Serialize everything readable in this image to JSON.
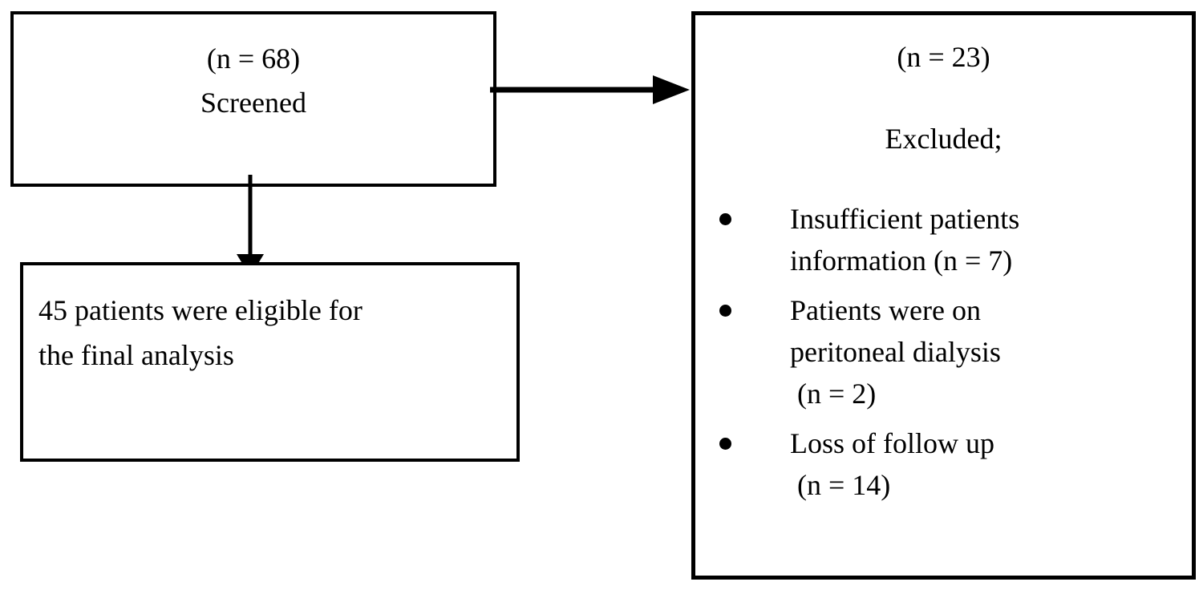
{
  "palette": {
    "background": "#ffffff",
    "ink": "#000000"
  },
  "screened_box": {
    "text": "(n = 68)\nScreened"
  },
  "eligible_box": {
    "text": "45 patients were eligible for\nthe final analysis"
  },
  "excluded_box": {
    "count": "(n = 23)",
    "title": "Excluded;",
    "items": [
      "Insufficient patients\ninformation (n = 7)",
      "Patients were on\nperitoneal dialysis\n (n = 2)",
      "Loss of follow up\n (n = 14)"
    ],
    "bullet_icon": "filled-circle"
  }
}
